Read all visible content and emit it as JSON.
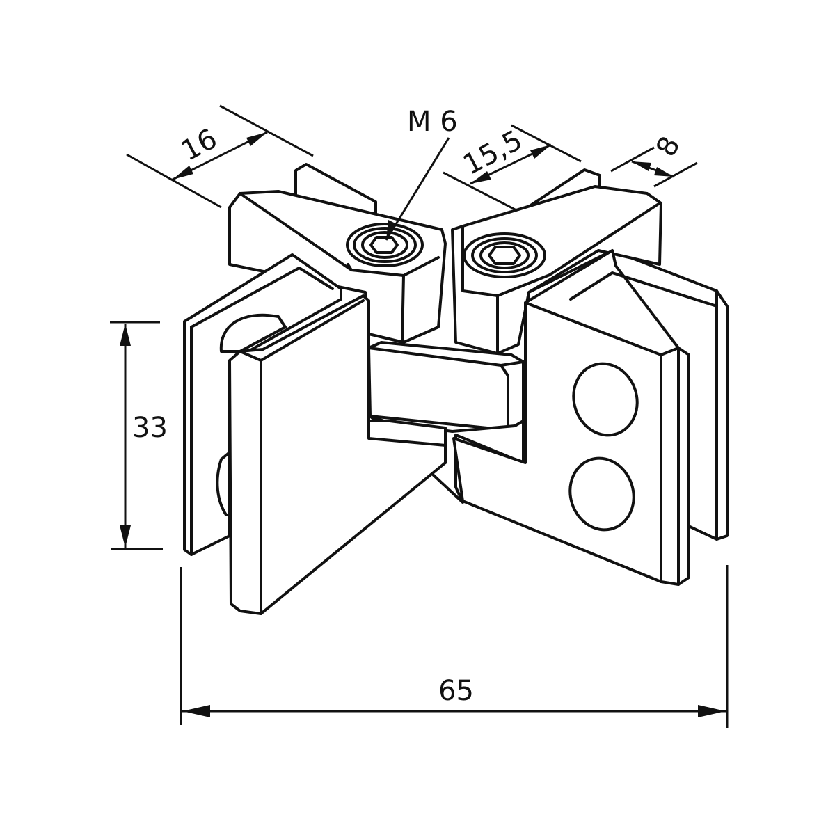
{
  "labels": {
    "thread": "M 6",
    "dim_width_top_left": "16",
    "dim_width_top_right": "15,5",
    "dim_thickness": "8",
    "dim_height": "33",
    "dim_total_width": "65"
  },
  "colors": {
    "line": "#111111",
    "background": "#ffffff"
  }
}
